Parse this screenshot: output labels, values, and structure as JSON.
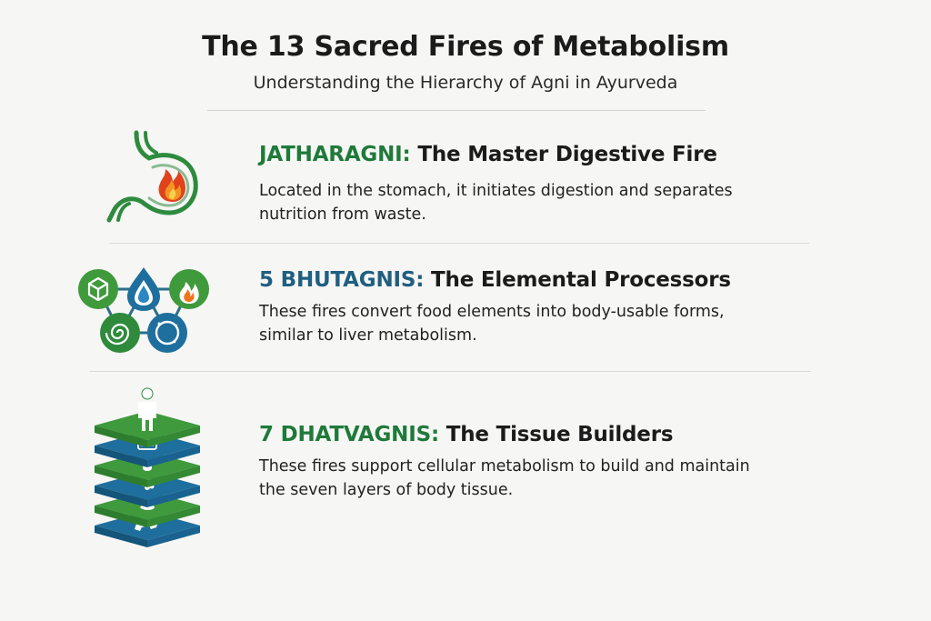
{
  "header": {
    "title": "The 13 Sacred Fires of Metabolism",
    "subtitle": "Understanding the Hierarchy of Agni in Ayurveda"
  },
  "sections": [
    {
      "heading_key": "JATHARAGNI:",
      "heading_rest": "The Master Digestive Fire",
      "desc_line1": "Located in the stomach, it initiates digestion and separates",
      "desc_line2": "nutrition from waste.",
      "icon": "stomach-with-fire-icon"
    },
    {
      "heading_key": "5 BHUTAGNIS:",
      "heading_rest": "The Elemental Processors",
      "desc_line1": "These fires convert food elements into body-usable forms,",
      "desc_line2": "similar to liver metabolism.",
      "icon": "five-elements-icon"
    },
    {
      "heading_key": "7 DHATVAGNIS:",
      "heading_rest": "The Tissue Builders",
      "desc_line1": "These fires support cellular metabolism to build and maintain",
      "desc_line2": "the seven layers of body tissue.",
      "icon": "tissue-layers-stack-icon"
    }
  ],
  "colors": {
    "green": "#2e8b3e",
    "dark_green": "#1f7a3a",
    "blue": "#1f5f80",
    "fire_orange": "#f0741e",
    "fire_red": "#d93a1a",
    "fire_yellow": "#f6c23a"
  }
}
